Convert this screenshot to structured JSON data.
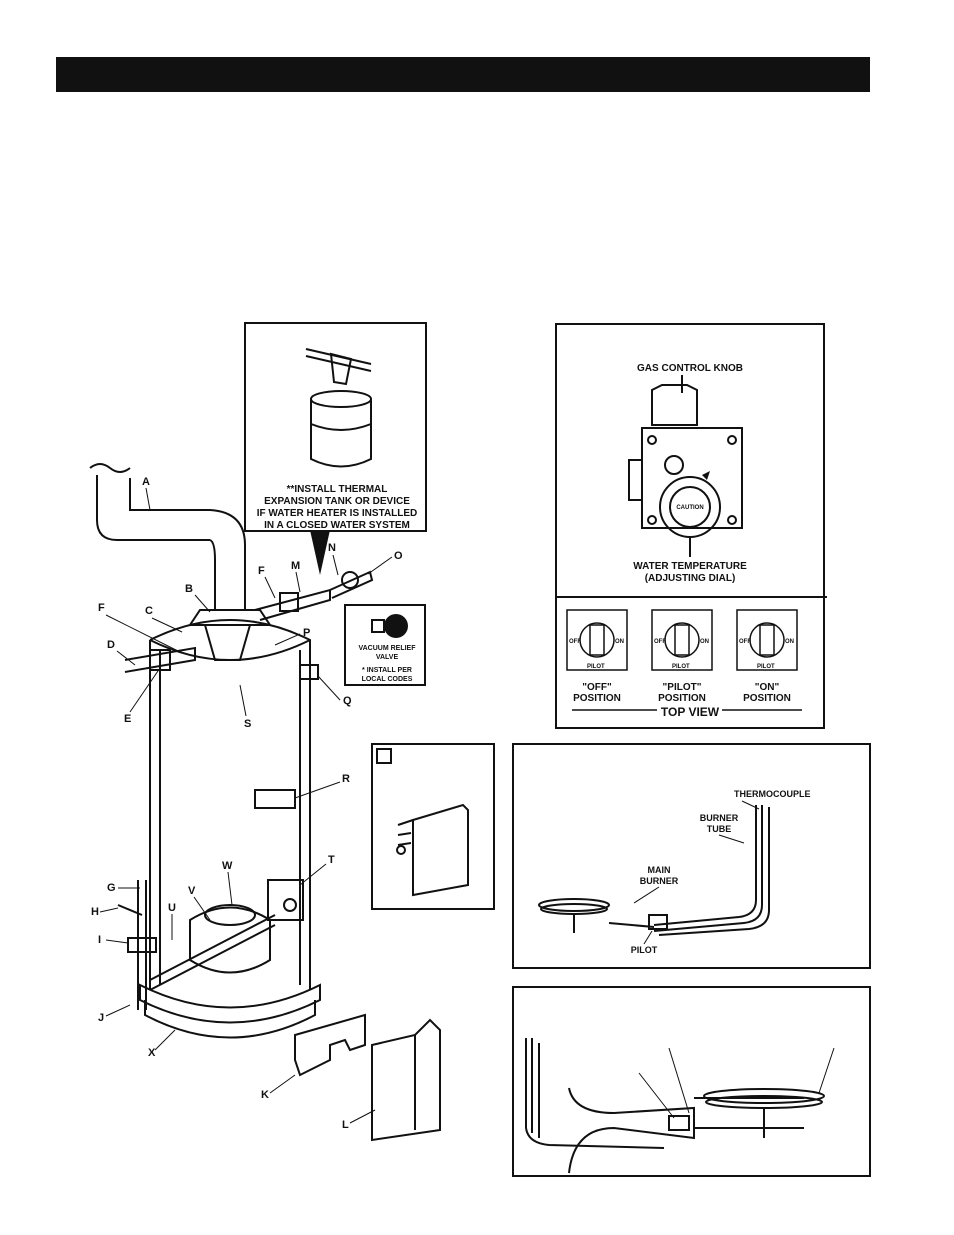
{
  "header": {
    "title": ""
  },
  "expansion_note": {
    "lines": [
      "**INSTALL THERMAL",
      "EXPANSION TANK OR DEVICE",
      "IF WATER HEATER IS INSTALLED",
      "IN A CLOSED WATER SYSTEM"
    ]
  },
  "vacuum_note": {
    "lines": [
      "VACUUM RELIEF",
      "VALVE"
    ],
    "footnote_lines": [
      "* INSTALL PER",
      "LOCAL CODES"
    ]
  },
  "heater_labels": [
    "A",
    "B",
    "C",
    "D",
    "E",
    "F",
    "F",
    "G",
    "H",
    "I",
    "J",
    "K",
    "L",
    "M",
    "N",
    "O",
    "P",
    "Q",
    "R",
    "S",
    "T",
    "U",
    "V",
    "W",
    "X"
  ],
  "gas_control": {
    "knob_label": "GAS CONTROL KNOB",
    "dial_label_lines": [
      "WATER TEMPERATURE",
      "(ADJUSTING DIAL)"
    ],
    "caution": "CAUTION",
    "positions": [
      {
        "label_lines": [
          "\"OFF\"",
          "POSITION"
        ]
      },
      {
        "label_lines": [
          "\"PILOT\"",
          "POSITION"
        ]
      },
      {
        "label_lines": [
          "\"ON\"",
          "POSITION"
        ]
      }
    ],
    "knob_words": [
      "OFF",
      "PILOT",
      "ON"
    ],
    "view_label": "TOP VIEW"
  },
  "burner_assembly": {
    "labels": {
      "thermocouple": "THERMOCOUPLE",
      "burner_tube": [
        "BURNER",
        "TUBE"
      ],
      "main_burner": [
        "MAIN",
        "BURNER"
      ],
      "pilot": "PILOT"
    }
  }
}
